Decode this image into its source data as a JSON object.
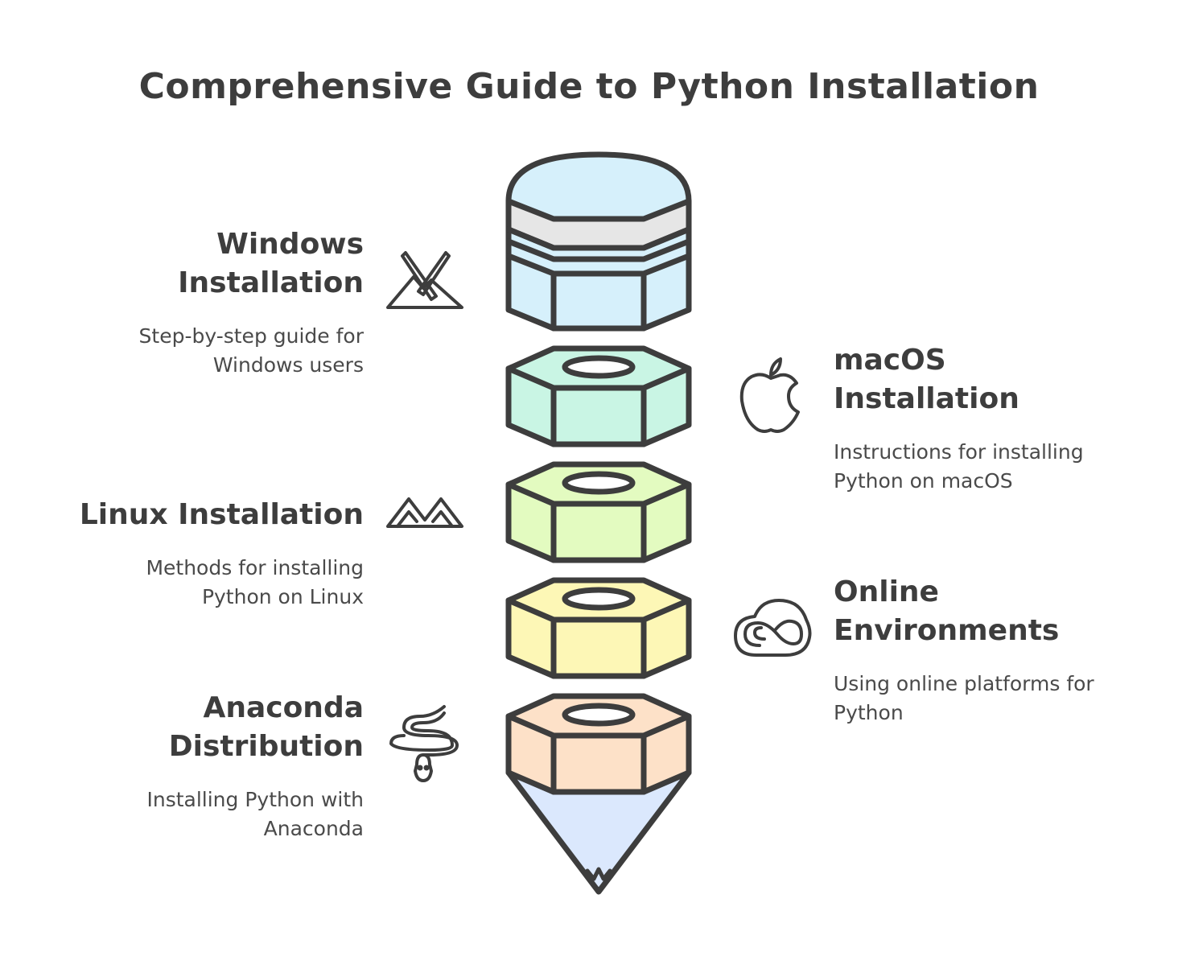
{
  "title": "Comprehensive Guide to Python Installation",
  "colors": {
    "outline": "#3d3d3d",
    "cap_top": "#d6f0fb",
    "band": "#e6e6e6",
    "macos_fill": "#c9f5e4",
    "linux_fill": "#e3fbc0",
    "online_fill": "#fdf7b6",
    "anaconda_fill": "#fde1c8",
    "tip_fill": "#dbe8fd"
  },
  "steps": [
    {
      "heading_line1": "Windows",
      "heading_line2": "Installation",
      "description_line1": "Step-by-step guide for",
      "description_line2": "Windows users",
      "icon": "mountain-tools-icon"
    },
    {
      "heading_line1": "macOS",
      "heading_line2": "Installation",
      "description_line1": "Instructions for installing",
      "description_line2": "Python on macOS",
      "icon": "apple-icon"
    },
    {
      "heading_line1": "Linux Installation",
      "description_line1": "Methods for installing",
      "description_line2": "Python on Linux",
      "icon": "mountains-icon"
    },
    {
      "heading_line1": "Online",
      "heading_line2": "Environments",
      "description_line1": "Using online platforms for",
      "description_line2": "Python",
      "icon": "cloud-rings-icon"
    },
    {
      "heading_line1": "Anaconda",
      "heading_line2": "Distribution",
      "description_line1": "Installing Python with",
      "description_line2": "Anaconda",
      "icon": "snake-icon"
    }
  ]
}
